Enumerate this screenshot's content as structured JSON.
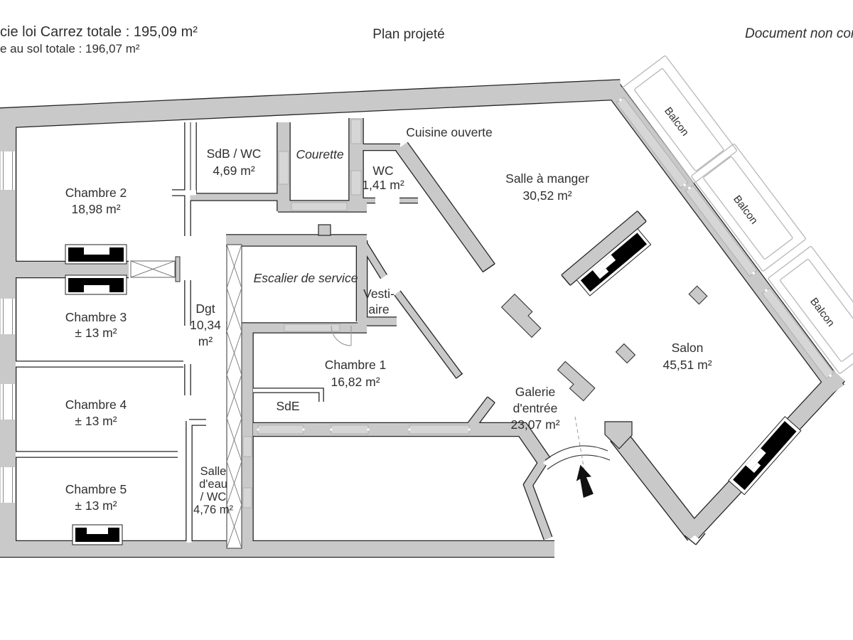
{
  "header": {
    "area_line1": "cie loi Carrez totale : 195,09 m²",
    "area_line2": "e au sol totale : 196,07 m²",
    "title": "Plan projeté",
    "note": "Document non cor"
  },
  "colors": {
    "wall_fill": "#c9c9c9",
    "wall_outline": "#252525",
    "window_fill": "#d6d6d6",
    "radiator": "#000000",
    "balcony_outline": "#b8b8b8",
    "text": "#303030"
  },
  "plan": {
    "rooms": {
      "chambre2": {
        "name": "Chambre 2",
        "area": "18,98 m²"
      },
      "sdb_wc": {
        "name": "SdB / WC",
        "area": "4,69 m²"
      },
      "courette": {
        "name": "Courette"
      },
      "wc": {
        "name": "WC",
        "area": "1,41 m²"
      },
      "cuisine": {
        "name": "Cuisine ouverte"
      },
      "salle_a_manger": {
        "name": "Salle à manger",
        "area": "30,52 m²"
      },
      "balcon1": {
        "name": "Balcon"
      },
      "balcon2": {
        "name": "Balcon"
      },
      "balcon3": {
        "name": "Balcon"
      },
      "chambre3": {
        "name": "Chambre 3",
        "area": "± 13 m²"
      },
      "dgt": {
        "name": "Dgt",
        "area_line1": "10,34",
        "area_line2": "m²"
      },
      "escalier": {
        "name": "Escalier de service"
      },
      "vestiaire": {
        "line1": "Vesti-",
        "line2": "aire"
      },
      "chambre1": {
        "name": "Chambre 1",
        "area": "16,82 m²"
      },
      "sde": {
        "name": "SdE"
      },
      "chambre4": {
        "name": "Chambre 4",
        "area": "± 13 m²"
      },
      "salle_eau": {
        "line1": "Salle",
        "line2": "d'eau",
        "line3": "/ WC",
        "line4": "4,76 m²"
      },
      "chambre5": {
        "name": "Chambre 5",
        "area": "± 13 m²"
      },
      "galerie": {
        "line1": "Galerie",
        "line2": "d'entrée",
        "line3": "23,07 m²"
      },
      "salon": {
        "name": "Salon",
        "area": "45,51 m²"
      }
    }
  }
}
